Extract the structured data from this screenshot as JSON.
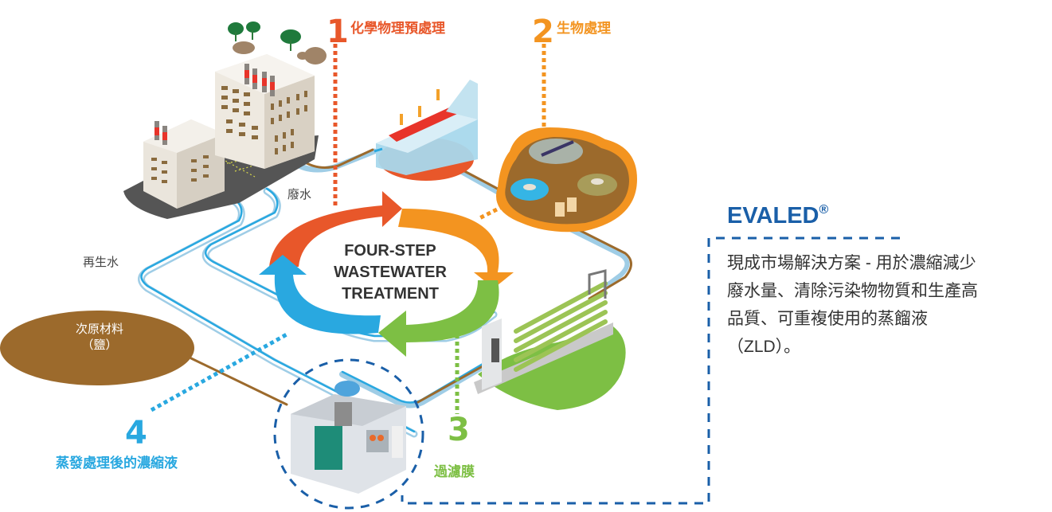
{
  "colors": {
    "step1": "#e8572a",
    "step2": "#f39420",
    "step3": "#7dbf44",
    "step4": "#29a8e0",
    "brand": "#1a5fa8",
    "brown": "#9c6a2c",
    "text_gray": "#444444"
  },
  "steps": [
    {
      "number": "1",
      "title": "化學物理預處理"
    },
    {
      "number": "2",
      "title": "生物處理"
    },
    {
      "number": "3",
      "title": "過濾膜"
    },
    {
      "number": "4",
      "title": "蒸發處理後的濃縮液"
    }
  ],
  "cycle": {
    "line1": "FOUR-STEP",
    "line2": "WASTEWATER",
    "line3": "TREATMENT"
  },
  "labels": {
    "wastewater": "廢水",
    "reclaimed_water": "再生水",
    "byproduct_line1": "次原材料",
    "byproduct_line2": "（鹽）"
  },
  "evaled": {
    "brand": "EVALED",
    "registered": "®",
    "description_lines": [
      "現成市場解決方案 - 用於濃縮減少",
      "廢水量、清除污染物物質和生產高",
      "品質、可重複使用的蒸餾液",
      "（ZLD）。"
    ]
  },
  "icons": [
    "factory-icon",
    "tree-icon",
    "rock-icon",
    "pretreatment-tank-icon",
    "biological-basin-icon",
    "membrane-filter-icon",
    "evaporator-unit-icon"
  ]
}
